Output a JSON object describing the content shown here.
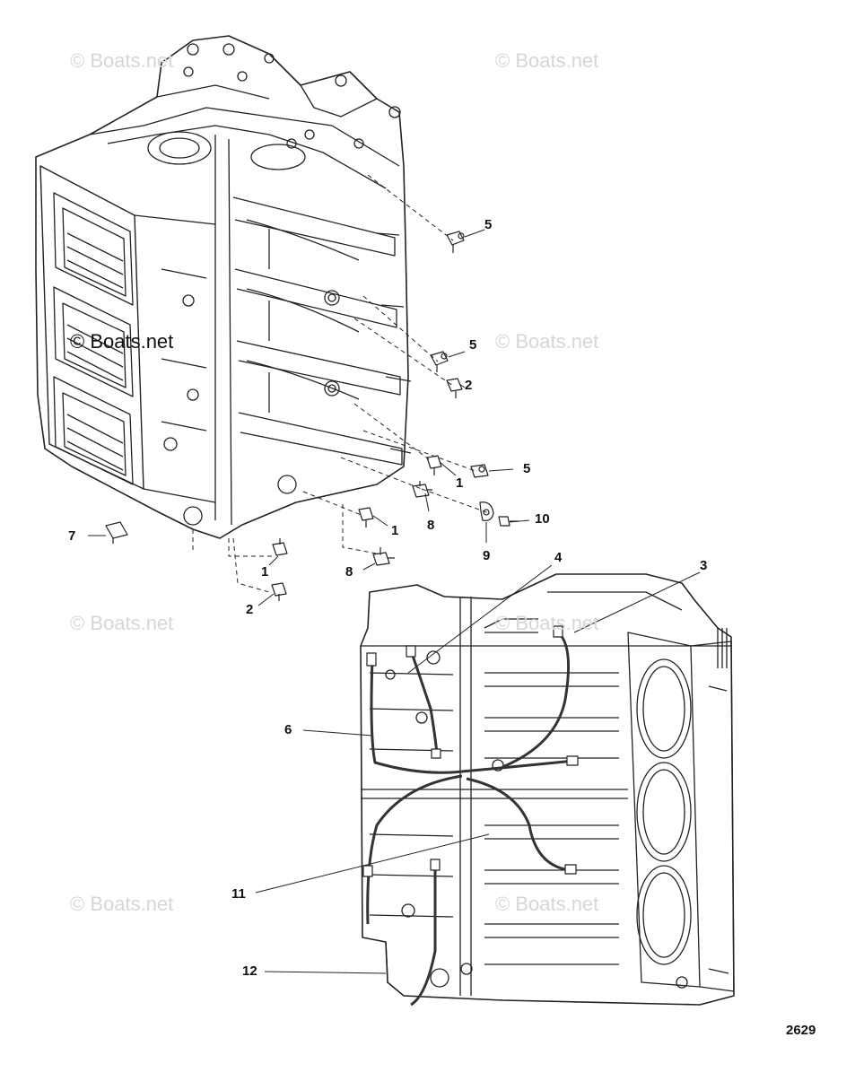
{
  "watermark_text": "© Boats.net",
  "figure_number": "2629",
  "callouts": {
    "c5a": "5",
    "c5b": "5",
    "c2a": "2",
    "c1a": "1",
    "c5c": "5",
    "c8a": "8",
    "c1b": "1",
    "c10": "10",
    "c9": "9",
    "c7": "7",
    "c1c": "1",
    "c8b": "8",
    "c2b": "2",
    "c4": "4",
    "c3": "3",
    "c6": "6",
    "c11": "11",
    "c12": "12"
  }
}
